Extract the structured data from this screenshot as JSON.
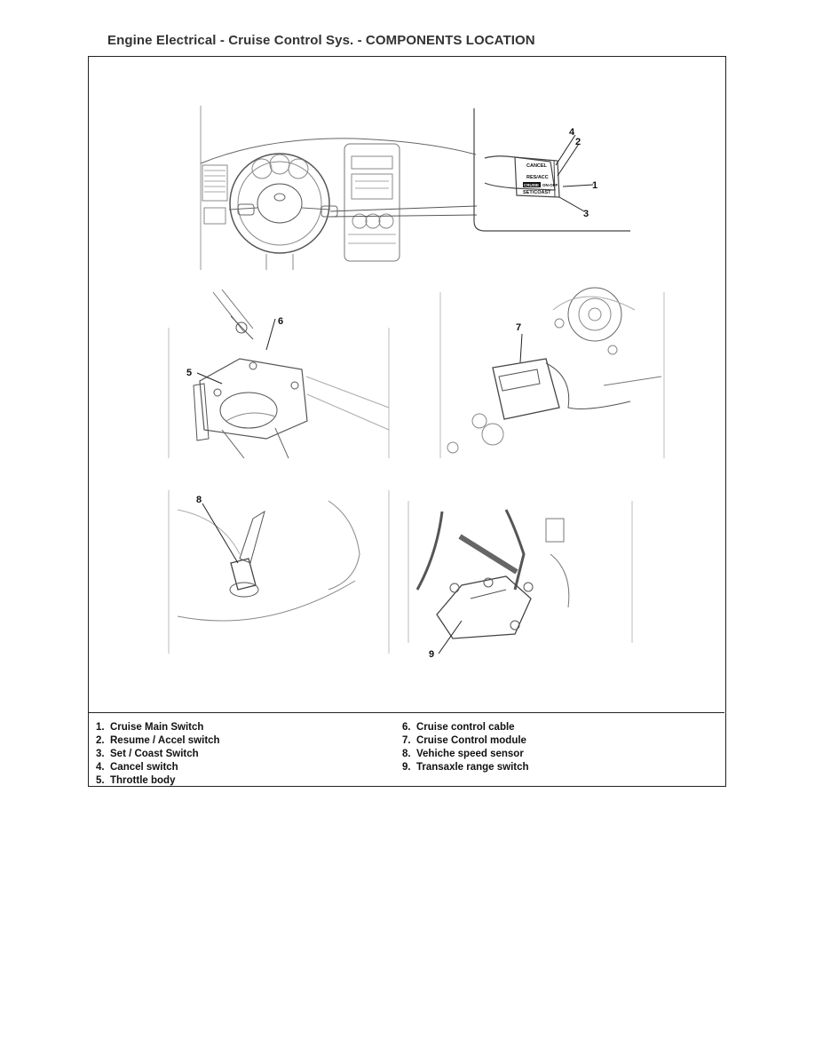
{
  "header": {
    "title": "Engine Electrical - Cruise Control Sys. - COMPONENTS LOCATION"
  },
  "figures": {
    "switch_labels": {
      "cancel": "CANCEL",
      "res_acc": "RES/ACC",
      "cruise": "CRUISE",
      "on_off": "ON-OFF",
      "set_coast": "SET/COAST"
    },
    "callouts": [
      "1",
      "2",
      "3",
      "4",
      "5",
      "6",
      "7",
      "8",
      "9"
    ]
  },
  "legend": {
    "left": [
      {
        "num": "1.",
        "label": "Cruise Main Switch"
      },
      {
        "num": "2.",
        "label": "Resume / Accel switch"
      },
      {
        "num": "3.",
        "label": "Set / Coast Switch"
      },
      {
        "num": "4.",
        "label": "Cancel switch"
      },
      {
        "num": "5.",
        "label": "Throttle body"
      }
    ],
    "right": [
      {
        "num": "6.",
        "label": "Cruise control cable"
      },
      {
        "num": "7.",
        "label": "Cruise  Control module"
      },
      {
        "num": "8.",
        "label": "Vehiche speed sensor"
      },
      {
        "num": "9.",
        "label": "Transaxle range switch"
      }
    ]
  }
}
